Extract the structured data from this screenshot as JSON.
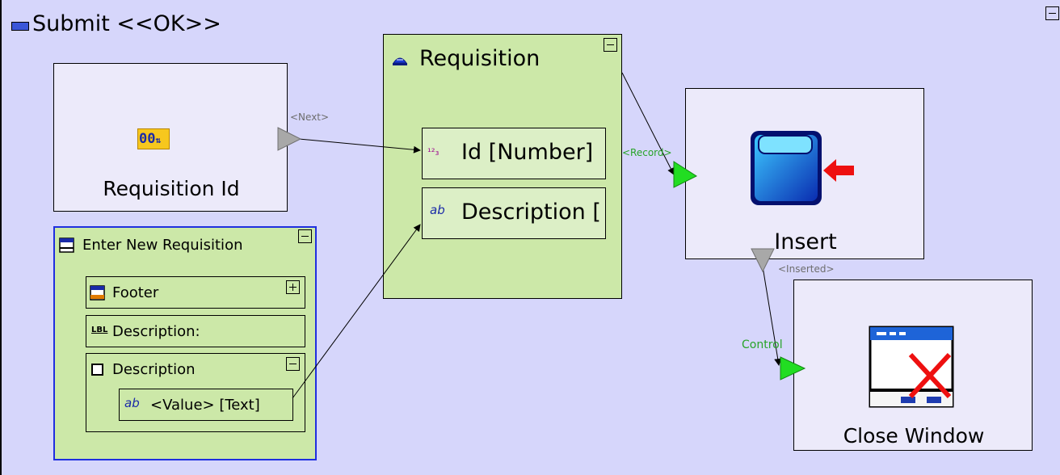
{
  "diagram": {
    "title": "Submit <<OK>>",
    "requisition_id_node": {
      "label": "Requisition Id",
      "icon": "counter-icon",
      "icon_text": "00"
    },
    "requisition_entity": {
      "label": "Requisition",
      "fields": [
        {
          "icon": "number-field-icon",
          "icon_text": "¹²₃",
          "label": "Id [Number]"
        },
        {
          "icon": "text-field-icon",
          "icon_text": "ab",
          "label": "Description ["
        }
      ]
    },
    "enter_window": {
      "label": "Enter New Requisition",
      "children": [
        {
          "icon": "footer-icon",
          "label": "Footer"
        },
        {
          "icon": "label-icon",
          "icon_text": "LBL",
          "label": "Description:"
        },
        {
          "icon": "checkbox-icon",
          "label": "Description"
        }
      ],
      "value_field": {
        "icon": "text-field-icon",
        "icon_text": "ab",
        "label": "<Value> [Text]"
      }
    },
    "insert_node": {
      "label": "Insert",
      "icon": "database-insert-icon"
    },
    "close_window_node": {
      "label": "Close Window",
      "icon": "close-window-icon"
    },
    "connector_labels": {
      "next": "<Next>",
      "record": "<Record>",
      "inserted": "<Inserted>",
      "control": "Control"
    },
    "colors": {
      "canvas": "#d6d6fb",
      "node_lavender": "#eceafa",
      "entity_green": "#cce8a8",
      "port_green": "#22dd22",
      "port_grey": "#a8a8a8",
      "window_border": "#1f2fe0",
      "label_green": "#28a428"
    }
  }
}
